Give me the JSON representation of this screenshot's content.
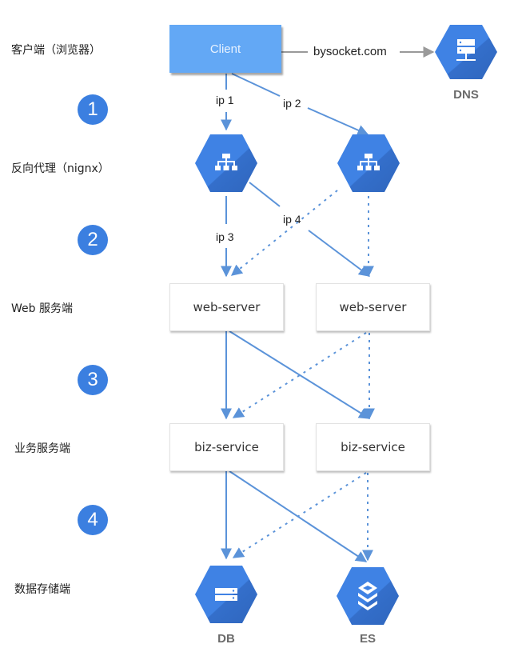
{
  "layers": [
    {
      "label": "客户端（浏览器）"
    },
    {
      "label": "反向代理（nignx）"
    },
    {
      "label": "Web 服务端"
    },
    {
      "label": "业务服务端"
    },
    {
      "label": "数据存储端"
    }
  ],
  "steps": [
    "1",
    "2",
    "3",
    "4"
  ],
  "client": {
    "label": "Client"
  },
  "dns": {
    "label": "DNS",
    "domain_label": "bysocket.com",
    "icon": "dns-server-icon"
  },
  "proxies": [
    {
      "icon": "load-balancer-icon"
    },
    {
      "icon": "load-balancer-icon"
    }
  ],
  "edge_labels": {
    "ip1": "ip 1",
    "ip2": "ip 2",
    "ip3": "ip 3",
    "ip4": "ip 4"
  },
  "web_servers": [
    {
      "label": "web-server"
    },
    {
      "label": "web-server"
    }
  ],
  "biz_services": [
    {
      "label": "biz-service"
    },
    {
      "label": "biz-service"
    }
  ],
  "storage": [
    {
      "label": "DB",
      "icon": "database-icon"
    },
    {
      "label": "ES",
      "icon": "search-stack-icon"
    }
  ],
  "colors": {
    "hex_blue": "#3b7fe0",
    "client_blue": "#63a8f5",
    "arrow_blue": "#5b93d9",
    "grey_arrow": "#9a9a9a"
  }
}
